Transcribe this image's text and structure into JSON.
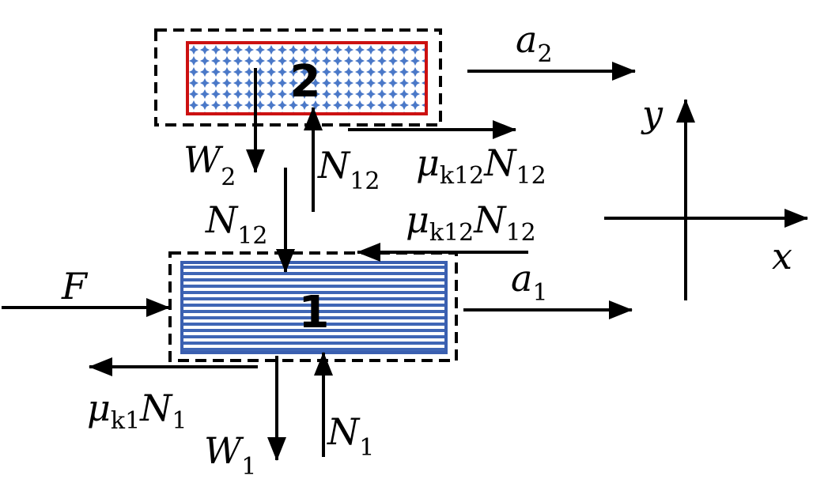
{
  "block2": {
    "number": "2",
    "border_color": "#cc1111",
    "fill_color": "#4a78c8"
  },
  "block1": {
    "number": "1",
    "border_color": "#3a5fb0",
    "fill_color": "#3f66b5"
  },
  "labels": {
    "a2": {
      "base": "a",
      "sub": "2"
    },
    "a1": {
      "base": "a",
      "sub": "1"
    },
    "W2": {
      "base": "W",
      "sub": "2"
    },
    "W1": {
      "base": "W",
      "sub": "1"
    },
    "N12_upper": {
      "base": "N",
      "sub": "12"
    },
    "N12_lower": {
      "base": "N",
      "sub": "12"
    },
    "N1": {
      "base": "N",
      "sub": "1"
    },
    "F": {
      "base": "F"
    },
    "mu_k12_N12_upper": {
      "mu": "μ",
      "mu_sub": "k12",
      "base": "N",
      "sub": "12"
    },
    "mu_k12_N12_lower": {
      "mu": "μ",
      "mu_sub": "k12",
      "base": "N",
      "sub": "12"
    },
    "mu_k1_N1": {
      "mu": "μ",
      "mu_sub": "k1",
      "base": "N",
      "sub": "1"
    },
    "axis_x": "x",
    "axis_y": "y"
  }
}
